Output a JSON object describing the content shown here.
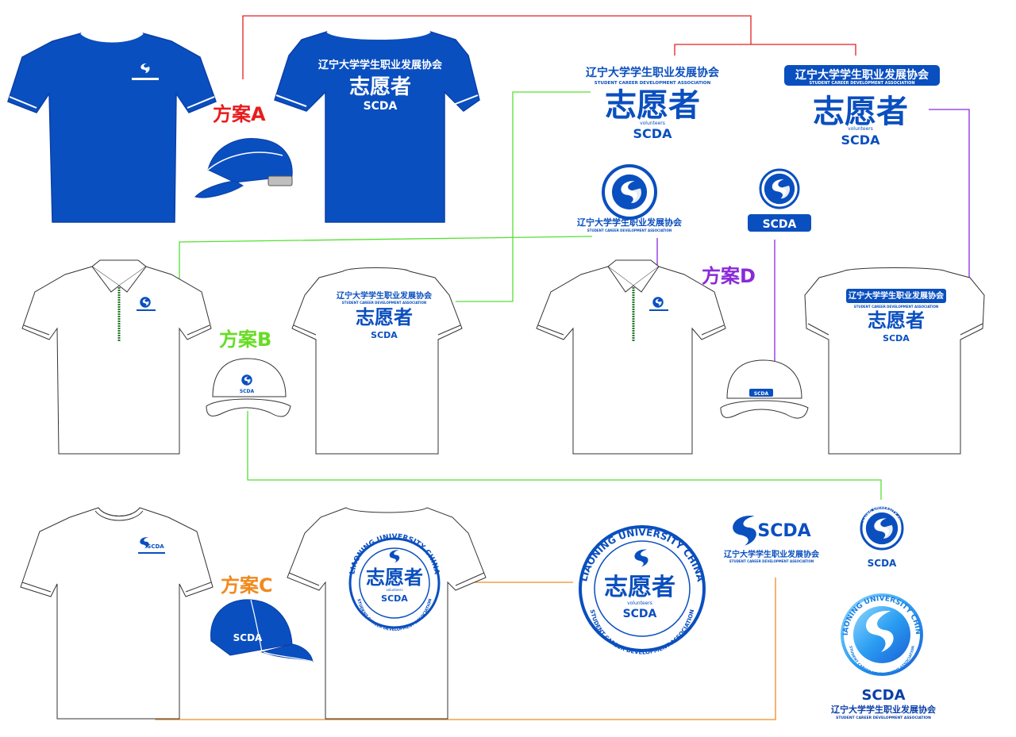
{
  "org": {
    "name_cn": "辽宁大学学生职业发展协会",
    "name_en": "STUDENT CAREER DEVELOPMENT ASSOCIATION",
    "volunteer": "志愿者",
    "volunteer_en": "volunteers",
    "abbr": "SCDA",
    "ring_text": "LIAONING UNIVERSITY CHINA",
    "ring_text_lower": "STUDENT CAREER DEVELOPMENT ASSOCIATION"
  },
  "schemes": {
    "a": "方案A",
    "b": "方案B",
    "c": "方案C",
    "d": "方案D"
  },
  "colors": {
    "brand_blue": "#0a4fbf",
    "dark_blue": "#0a3fa8",
    "line_red": "#e02020",
    "line_green": "#55e033",
    "line_purple": "#8a2be2",
    "line_orange": "#f08a24",
    "label_a": "#e81c1c",
    "label_b": "#66dd22",
    "label_c": "#f08a1c",
    "label_d": "#8a2ad8"
  },
  "icons": [
    "scda-swirl-logo-icon",
    "cap-icon",
    "polo-shirt-icon",
    "tshirt-icon"
  ]
}
